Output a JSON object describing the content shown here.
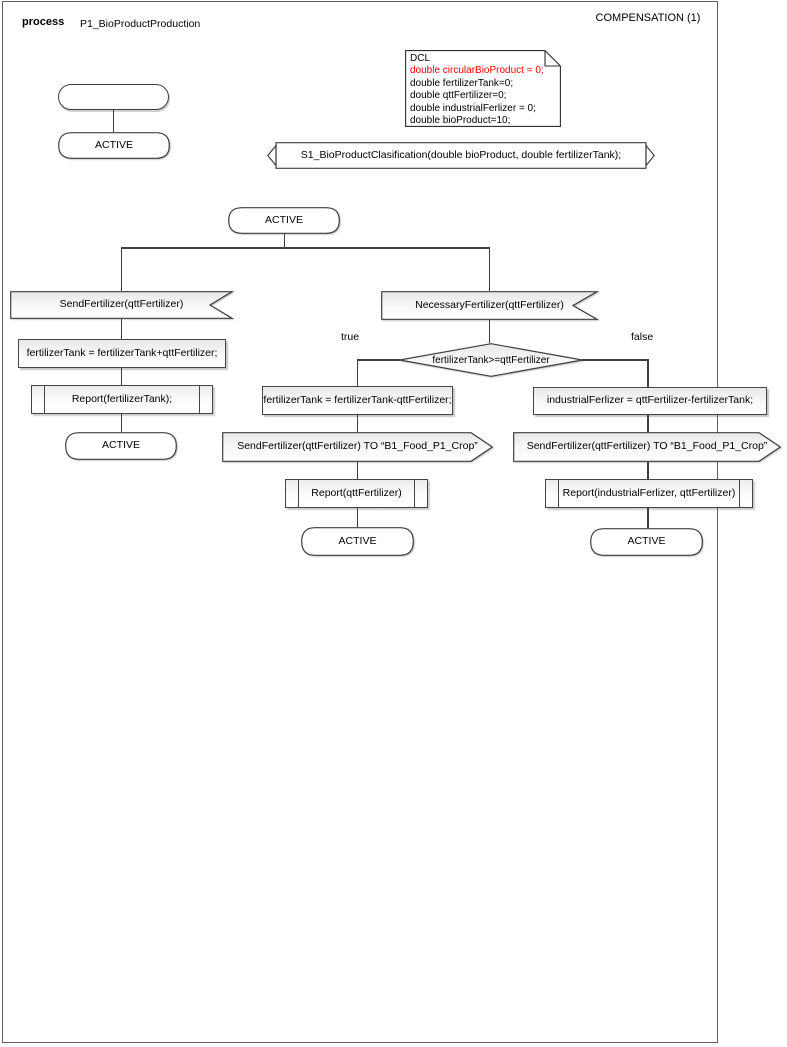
{
  "header": {
    "kind": "process",
    "name": "P1_BioProductProduction",
    "page": "COMPENSATION (1)"
  },
  "declarations": {
    "title": "DCL",
    "line1": "double circularBioProduct = 0;",
    "line2": "double fertilizerTank=0;",
    "line3": "double qttFertilizer=0;",
    "line4": "double industrialFerlizer = 0;",
    "line5": "double bioProduct=10;",
    "highlight_color": "#ff0000"
  },
  "signal": {
    "label": "S1_BioProductClasification(double bioProduct, double  fertilizerTank);"
  },
  "flow": {
    "initial_state": "ACTIVE",
    "main_state": "ACTIVE",
    "left": {
      "input": "SendFertilizer(qttFertilizer)",
      "task": "fertilizerTank = fertilizerTank+qttFertilizer;",
      "call": "Report(fertilizerTank);",
      "state": "ACTIVE"
    },
    "decision": {
      "input": "NecessaryFertilizer(qttFertilizer)",
      "condition": "fertilizerTank>=qttFertilizer",
      "true_label": "true",
      "false_label": "false"
    },
    "true_branch": {
      "task": "fertilizerTank = fertilizerTank-qttFertilizer;",
      "output": "SendFertilizer(qttFertilizer) TO “B1_Food_P1_Crop”",
      "call": "Report(qttFertilizer)",
      "state": "ACTIVE"
    },
    "false_branch": {
      "task": "industrialFerlizer = qttFertilizer-fertilizerTank;",
      "output": "SendFertilizer(qttFertilizer) TO “B1_Food_P1_Crop”",
      "call": "Report(industrialFerlizer, qttFertilizer)",
      "state": "ACTIVE"
    }
  }
}
